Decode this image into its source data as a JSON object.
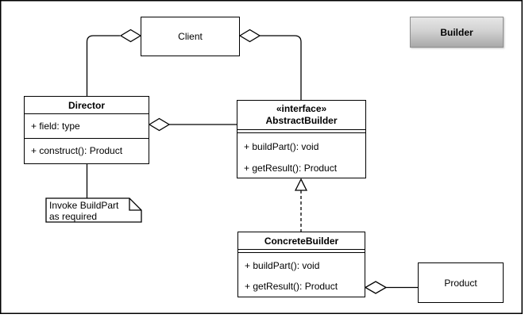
{
  "canvas": {
    "background": "#ffffff",
    "frame_color": "#000000",
    "line_color": "#000000"
  },
  "title_box": {
    "label": "Builder",
    "fill_top": "#e6e6e6",
    "fill_bottom": "#a9a9a9",
    "border_color": "#8f8f8f"
  },
  "nodes": {
    "client": {
      "label": "Client"
    },
    "director": {
      "title": "Director",
      "attribute": "+ field: type",
      "method": "+ construct(): Product"
    },
    "abstract_builder": {
      "stereotype": "«interface»",
      "title": "AbstractBuilder",
      "method1": "+ buildPart(): void",
      "method2": "+ getResult(): Product"
    },
    "concrete_builder": {
      "title": "ConcreteBuilder",
      "method1": "+ buildPart(): void",
      "method2": "+ getResult(): Product"
    },
    "product": {
      "label": "Product"
    },
    "note": {
      "text": "Invoke BuildPart\nas required"
    }
  },
  "relationships": [
    {
      "whole": "Client",
      "part": "Director",
      "type": "aggregation"
    },
    {
      "whole": "Client",
      "part": "AbstractBuilder",
      "type": "aggregation"
    },
    {
      "whole": "Director",
      "part": "AbstractBuilder",
      "type": "aggregation"
    },
    {
      "from": "ConcreteBuilder",
      "to": "AbstractBuilder",
      "type": "realization"
    },
    {
      "whole": "ConcreteBuilder",
      "part": "Product",
      "type": "aggregation"
    },
    {
      "from": "note",
      "to": "Director",
      "type": "note-link"
    }
  ]
}
